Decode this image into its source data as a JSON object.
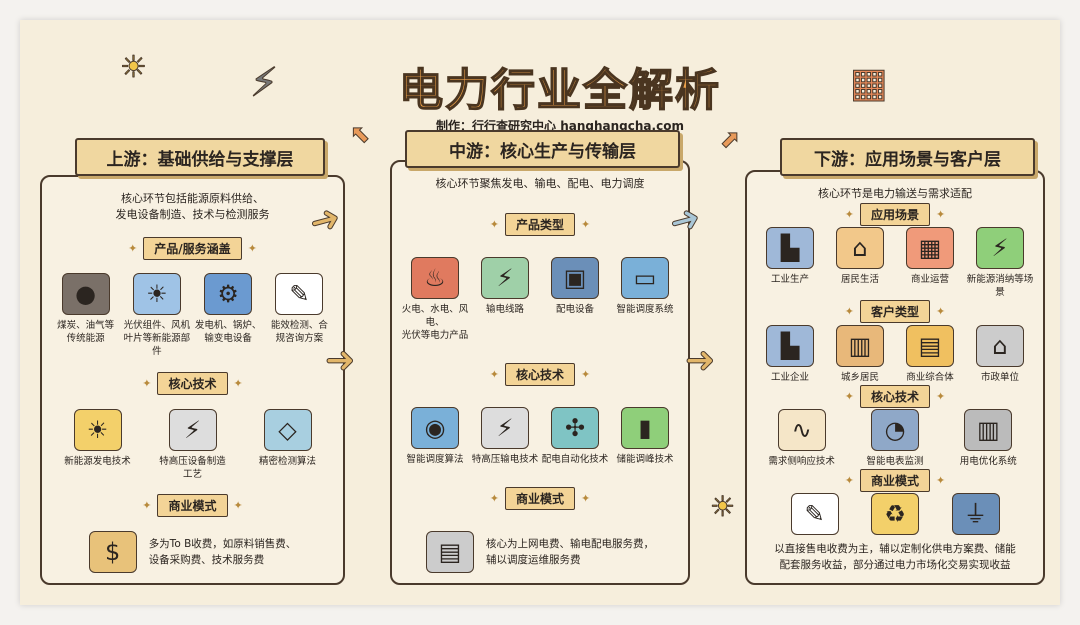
{
  "title": "电力行业全解析",
  "subtitle": "制作：行行查研究中心 hanghangcha.com",
  "panels": [
    {
      "title": "上游：基础供给与支撑层",
      "intro": "核心环节包括能源原料供给、\n发电设备制造、技术与检测服务",
      "sections": [
        {
          "header": "产品/服务涵盖",
          "items": [
            {
              "label": "煤炭、油气等\n传统能源",
              "icon": "coal-oil-icon"
            },
            {
              "label": "光伏组件、风机\n叶片等新能源部件",
              "icon": "solar-wind-icon"
            },
            {
              "label": "发电机、锅炉、\n输变电设备",
              "icon": "generator-icon"
            },
            {
              "label": "能效检测、合\n规咨询方案",
              "icon": "test-report-icon"
            }
          ]
        },
        {
          "header": "核心技术",
          "items": [
            {
              "label": "新能源发电技术",
              "icon": "renewable-icon"
            },
            {
              "label": "特高压设备制造工艺",
              "icon": "pylon-icon"
            },
            {
              "label": "精密检测算法",
              "icon": "flowchart-icon"
            }
          ]
        },
        {
          "header": "商业模式",
          "business": "多为To B收费，如原料销售费、\n设备采购费、技术服务费",
          "icon": "business-deal-icon"
        }
      ]
    },
    {
      "title": "中游：核心生产与传输层",
      "intro": "核心环节聚焦发电、输电、配电、电力调度",
      "sections": [
        {
          "header": "产品类型",
          "items": [
            {
              "label": "火电、水电、风电、\n光伏等电力产品",
              "icon": "power-plant-icon"
            },
            {
              "label": "输电线路",
              "icon": "transmission-line-icon"
            },
            {
              "label": "配电设备",
              "icon": "transformer-icon"
            },
            {
              "label": "智能调度系统",
              "icon": "dispatch-screen-icon"
            }
          ]
        },
        {
          "header": "核心技术",
          "items": [
            {
              "label": "智能调度算法",
              "icon": "dispatch-algorithm-icon"
            },
            {
              "label": "特高压输电技术",
              "icon": "pylon-icon"
            },
            {
              "label": "配电自动化技术",
              "icon": "network-icon"
            },
            {
              "label": "储能调峰技术",
              "icon": "battery-icon"
            }
          ]
        },
        {
          "header": "商业模式",
          "business": "核心为上网电费、输电配电服务费，\n辅以调度运维服务费",
          "icon": "cash-register-icon"
        }
      ]
    },
    {
      "title": "下游：应用场景与客户层",
      "intro": "核心环节是电力输送与需求适配",
      "sections": [
        {
          "header": "应用场景",
          "items": [
            {
              "label": "工业生产",
              "icon": "factory-icon"
            },
            {
              "label": "居民生活",
              "icon": "house-icon"
            },
            {
              "label": "商业运营",
              "icon": "mall-icon"
            },
            {
              "label": "新能源消纳等场景",
              "icon": "ev-charger-icon"
            }
          ]
        },
        {
          "header": "客户类型",
          "items": [
            {
              "label": "工业企业",
              "icon": "factory-icon"
            },
            {
              "label": "城乡居民",
              "icon": "apartment-icon"
            },
            {
              "label": "商业综合体",
              "icon": "store-icon"
            },
            {
              "label": "市政单位",
              "icon": "government-icon"
            }
          ]
        },
        {
          "header": "核心技术",
          "items": [
            {
              "label": "需求侧响应技术",
              "icon": "demand-chart-icon"
            },
            {
              "label": "智能电表监测",
              "icon": "smart-meter-icon"
            },
            {
              "label": "用电优化系统",
              "icon": "optimization-icon"
            }
          ]
        },
        {
          "header": "商业模式",
          "bizIcons": [
            "contract-icon",
            "money-cycle-icon",
            "plug-icon"
          ],
          "business": "以直接售电收费为主，辅以定制化供电方案费、储能\n配套服务收益，部分通过电力市场化交易实现收益"
        }
      ]
    }
  ],
  "colors": {
    "title": "#eea24a",
    "ribbon": "#f0d7a0",
    "paper": "#f6eedc"
  }
}
